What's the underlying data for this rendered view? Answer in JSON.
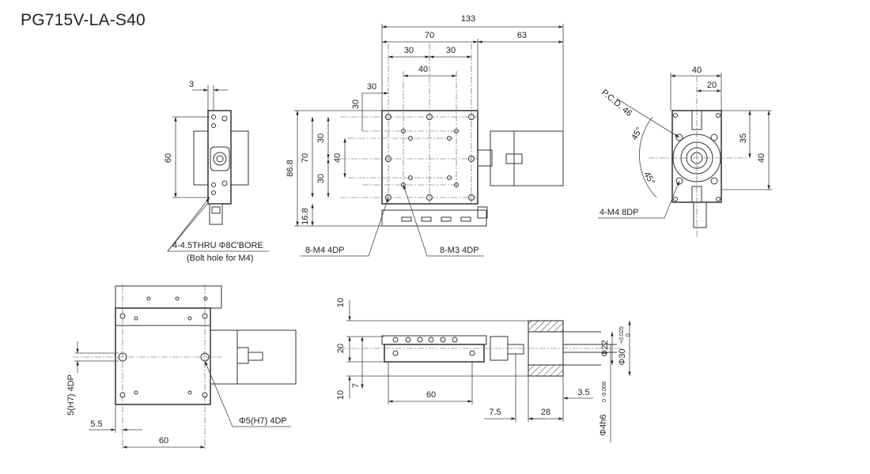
{
  "title": "PG715V-LA-S40",
  "top_view": {
    "d133": "133",
    "d70": "70",
    "d63": "63",
    "d30a": "30",
    "d30b": "30",
    "d40": "40",
    "d30_left": "30",
    "d30_v": "30",
    "d86_8": "86.8",
    "d70_v": "70",
    "d30_v2": "30",
    "d40_v": "40",
    "d30_v3": "30",
    "d16_8": "16.8",
    "callout_m4": "8-M4 4DP",
    "callout_m3": "8-M3 4DP"
  },
  "left_view": {
    "d3": "3",
    "d60": "60",
    "callout_line1": "4-4.5THRU Φ8C'BORE",
    "callout_line2": "(Bolt hole for M4)"
  },
  "right_view": {
    "d40": "40",
    "d20": "20",
    "d35": "35",
    "d40_v": "40",
    "pcd": "P.C.D. 46",
    "a45a": "45°",
    "a45b": "45°",
    "callout": "4-M4 8DP"
  },
  "bottom_left_view": {
    "d5_h7": "5(H7) 4DP",
    "d5_5": "5.5",
    "d60": "60",
    "callout": "Φ5(H7) 4DP"
  },
  "bottom_right_view": {
    "d10a": "10",
    "d20": "20",
    "d10b": "10",
    "d7": "7",
    "d60": "60",
    "d3_5": "3.5",
    "d7_5": "7.5",
    "d28": "28",
    "d22": "Φ22",
    "d30": "Φ30",
    "d30_tol_up": "+0.025",
    "d30_tol_dn": "0",
    "d4h6": "Φ4h6",
    "d4h6_tol": "0 -0.008"
  }
}
